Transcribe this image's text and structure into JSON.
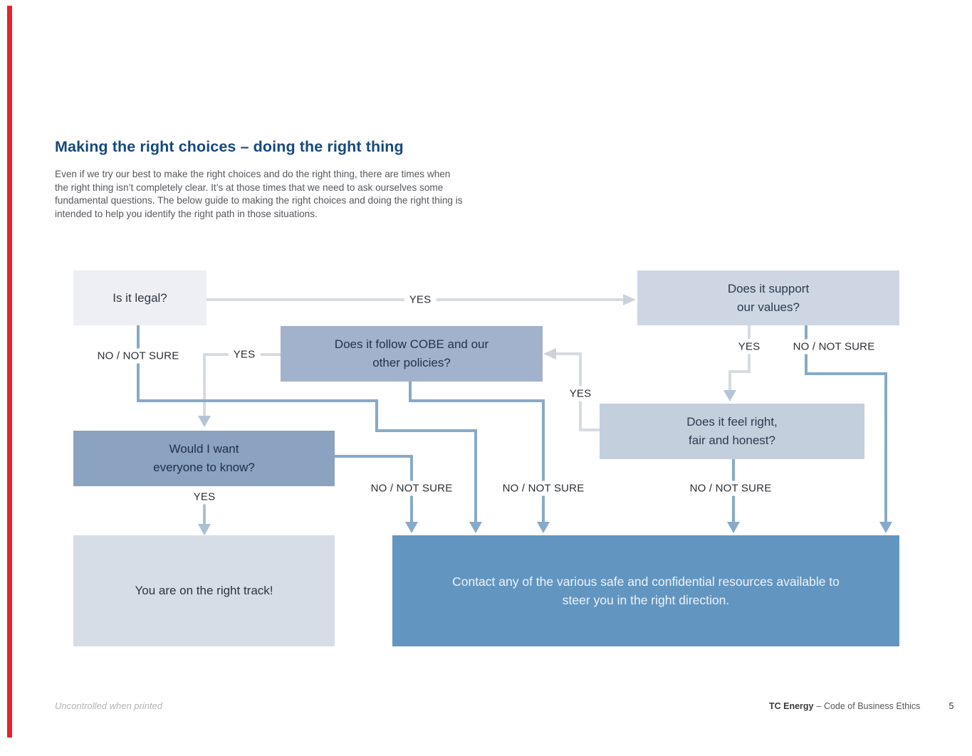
{
  "page": {
    "title": "Making the right choices – doing the right thing",
    "intro_lines": [
      "Even if we try our best to make the right choices and do the right thing, there are times when",
      "the right thing isn’t completely clear. It’s at those times that we need to ask ourselves some",
      "fundamental questions. The below guide to making the right choices and doing the right thing is",
      "intended to help you identify the right path in those situations."
    ],
    "title_color": "#17497c",
    "intro_color": "#54575c",
    "accent_red": "#e5242b"
  },
  "flowchart": {
    "boxes": [
      {
        "id": "is-it-legal",
        "lines": [
          "Is it legal?"
        ],
        "fill": "#edeff4",
        "text_color": "#30373f"
      },
      {
        "id": "support-values",
        "lines": [
          "Does it support",
          "our values?"
        ],
        "fill": "#cdd6e2",
        "text_color": "#2a3b50"
      },
      {
        "id": "cobe-policies",
        "lines": [
          "Does it follow COBE and our",
          "other policies?"
        ],
        "fill": "#a2b2cc",
        "text_color": "#20344d"
      },
      {
        "id": "feel-right",
        "lines": [
          "Does it feel right,",
          "fair and honest?"
        ],
        "fill": "#c4cfdd",
        "text_color": "#2a3b50"
      },
      {
        "id": "would-know",
        "lines": [
          "Would I want",
          "everyone to know?"
        ],
        "fill": "#8ba2c0",
        "text_color": "#1e3048"
      },
      {
        "id": "right-track",
        "lines": [
          "You are on the right track!"
        ],
        "fill": "#d7dde6",
        "text_color": "#2f343a"
      },
      {
        "id": "contact",
        "lines": [
          "Contact any of the various safe and confidential resources available to",
          "steer you in the right direction."
        ],
        "fill": "#6295c0",
        "text_color": "#eef4f9"
      }
    ],
    "edge_labels": [
      {
        "id": "legal-yes",
        "text": "YES"
      },
      {
        "id": "legal-no",
        "text": "NO / NOT SURE"
      },
      {
        "id": "cobe-yes",
        "text": "YES"
      },
      {
        "id": "values-yes",
        "text": "YES"
      },
      {
        "id": "values-no",
        "text": "NO / NOT SURE"
      },
      {
        "id": "feel-yes",
        "text": "YES"
      },
      {
        "id": "would-no",
        "text": "NO / NOT SURE"
      },
      {
        "id": "cobe-no",
        "text": "NO / NOT SURE"
      },
      {
        "id": "feel-no",
        "text": "NO / NOT SURE"
      },
      {
        "id": "would-yes",
        "text": "YES"
      }
    ],
    "connector_colors": {
      "medium": "#86aac9",
      "light": "#d6dbe2",
      "soft": "#abbfd2",
      "lightarrow": "#b5c4d4",
      "lightgray": "#cbd2da"
    }
  },
  "footer": {
    "disclaimer": "Uncontrolled when printed",
    "brand": "TC Energy",
    "doc_title": "– Code of Business Ethics",
    "page_number": "5"
  }
}
